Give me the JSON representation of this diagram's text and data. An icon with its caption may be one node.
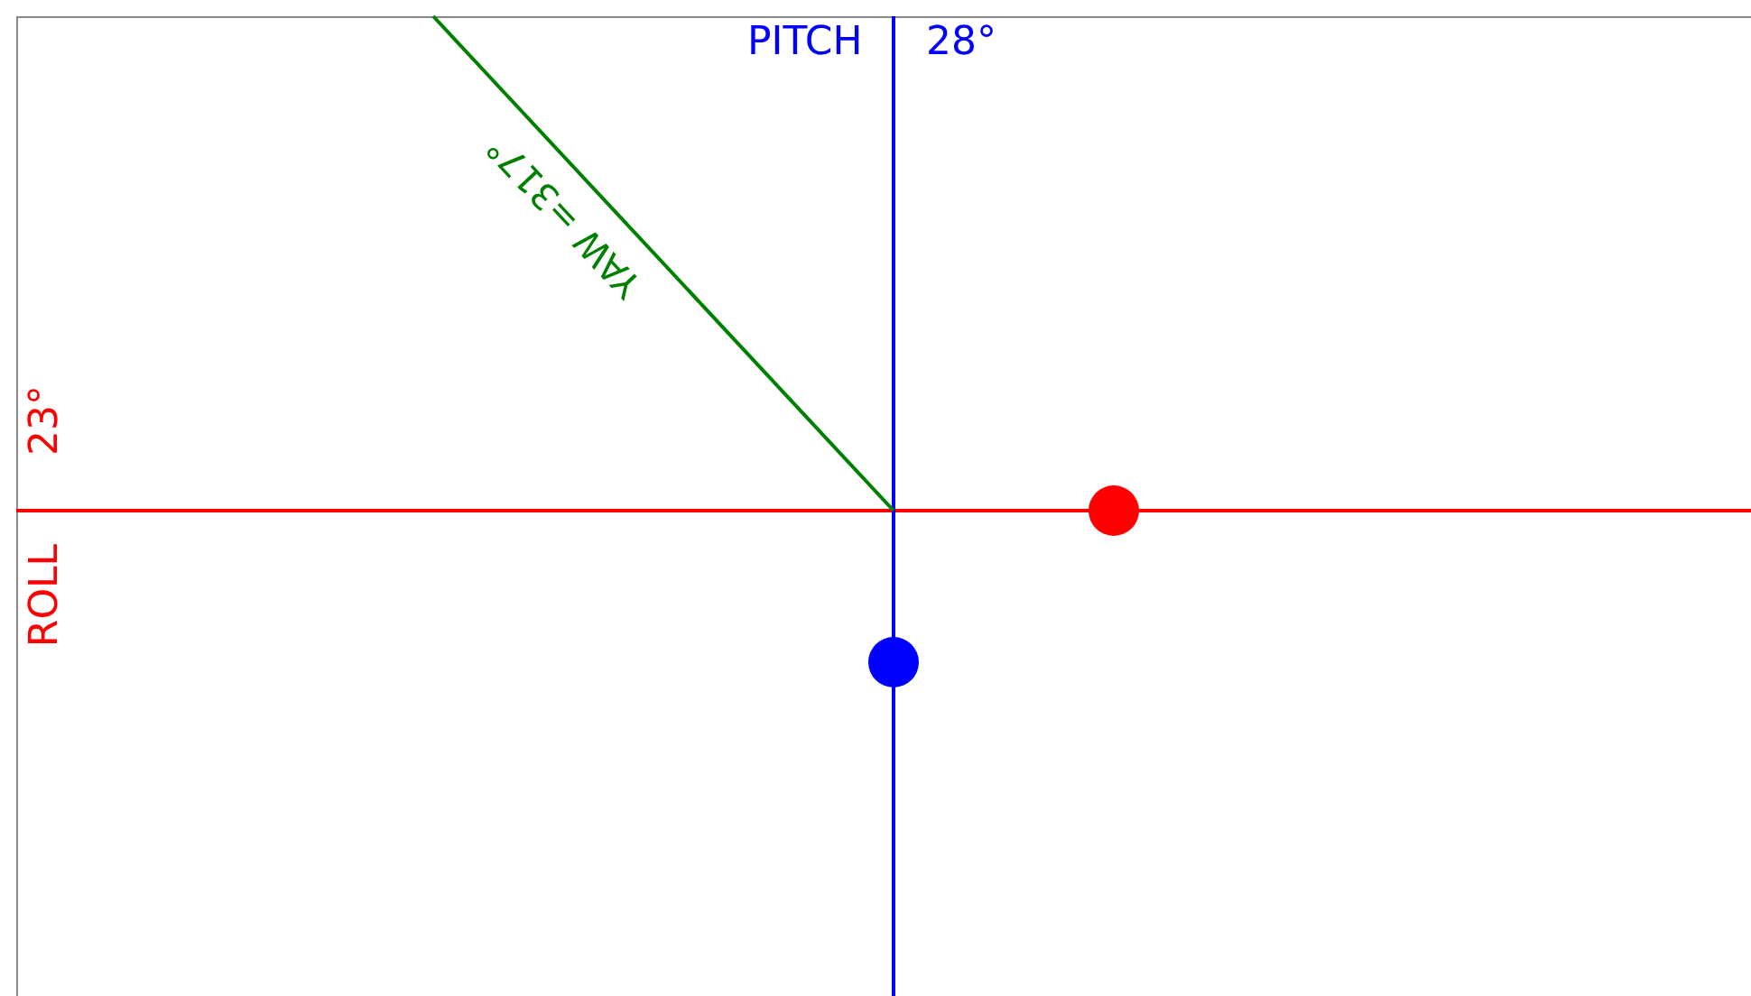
{
  "diagram": {
    "nodes": [
      {
        "text": [],
        "shape": "circle"
      },
      {
        "text": [],
        "shape": "circle"
      }
    ],
    "labels": [
      "PITCH",
      "28°",
      "23°",
      "ROLL",
      "YAW =317°"
    ]
  }
}
